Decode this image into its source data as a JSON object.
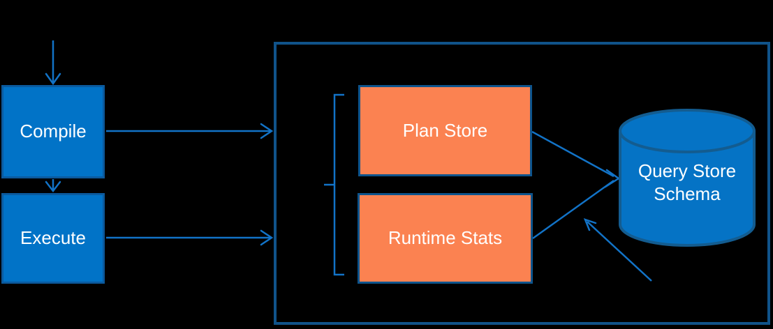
{
  "diagram": {
    "title": "Query Store architecture diagram",
    "nodes": {
      "compile": {
        "label": "Compile",
        "shape": "rect",
        "fill": "blue"
      },
      "execute": {
        "label": "Execute",
        "shape": "rect",
        "fill": "blue"
      },
      "plan_store": {
        "label": "Plan Store",
        "shape": "rect",
        "fill": "orange"
      },
      "runtime_stats": {
        "label": "Runtime Stats",
        "shape": "rect",
        "fill": "orange"
      },
      "query_store_schema": {
        "label": "Query Store Schema",
        "shape": "cylinder",
        "fill": "blue"
      },
      "query_store_container": {
        "label": "",
        "shape": "outlined-rect"
      }
    },
    "edges": [
      {
        "from": "top-offscreen",
        "to": "compile",
        "style": "arrow-down"
      },
      {
        "from": "compile",
        "to": "execute",
        "style": "arrow-down"
      },
      {
        "from": "compile",
        "to": "query_store_container",
        "style": "arrow-right"
      },
      {
        "from": "execute",
        "to": "query_store_container",
        "style": "arrow-right"
      },
      {
        "from": "plan_store",
        "to": "query_store_schema",
        "style": "arrow"
      },
      {
        "from": "runtime_stats",
        "to": "query_store_schema",
        "style": "arrow"
      },
      {
        "from": "bottom-offscreen",
        "to": "query_store_schema",
        "style": "arrow"
      }
    ],
    "bracket": {
      "groups": [
        "plan_store",
        "runtime_stats"
      ],
      "side": "left"
    }
  },
  "colors": {
    "background": "#000000",
    "node_fill_blue": "#0173C7",
    "node_border_blue": "#0B5A9E",
    "node_fill_orange": "#FB8251",
    "node_border_dark": "#0E548C",
    "container_border": "#10538A",
    "arrow": "#1273C7",
    "cylinder_fill": "#0573C5",
    "cylinder_border": "#135C90",
    "text": "#FFFFFF"
  }
}
